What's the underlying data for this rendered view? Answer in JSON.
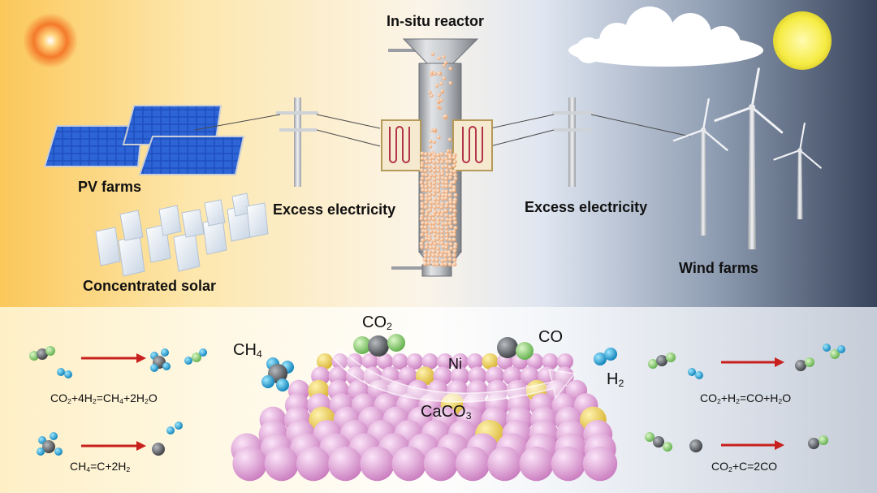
{
  "top": {
    "reactor_label": "In-situ reactor",
    "pv_label": "PV farms",
    "csp_label": "Concentrated solar",
    "excess_left": "Excess electricity",
    "excess_right": "Excess electricity",
    "wind_label": "Wind farms"
  },
  "surface": {
    "ch4": [
      "CH",
      "4"
    ],
    "co2": [
      "CO",
      "2"
    ],
    "co": "CO",
    "ni": "Ni",
    "h2": [
      "H",
      "2"
    ],
    "caco3": [
      "CaCO",
      "3"
    ]
  },
  "equations": {
    "eq1": [
      "CO",
      "2",
      "+4H",
      "2",
      "=CH",
      "4",
      "+2H",
      "2",
      "O"
    ],
    "eq2": [
      "CH",
      "4",
      "=C+2H",
      "2"
    ],
    "eq3": [
      "CO",
      "2",
      "+H",
      "2",
      "=CO+H",
      "2",
      "O"
    ],
    "eq4": [
      "CO",
      "2",
      "+C=2CO"
    ]
  },
  "colors": {
    "bg_left": "#fbc85a",
    "bg_mid": "#fdf7e6",
    "bg_right": "#3e4a5e",
    "sun_left": "#f47a2a",
    "sun_right": "#f6ec45",
    "pv_panel": "#1f4fbf",
    "carbon": "#5b5e62",
    "oxygen": "#8ed07a",
    "hydrogen": "#1eaee8",
    "cao_sphere": "#e8b1e2",
    "ni_sphere": "#f0d455",
    "arrow": "#c8201c"
  }
}
